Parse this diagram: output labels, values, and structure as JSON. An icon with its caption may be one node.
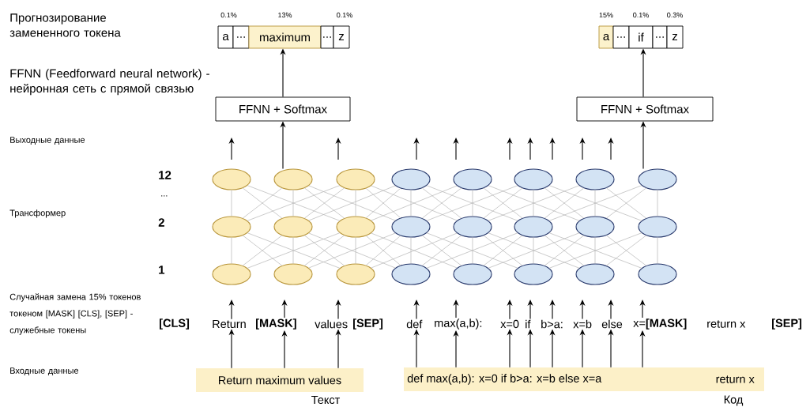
{
  "diagram": {
    "nodes": [
      {
        "text": [
          "a"
        ],
        "beside": [
          "0.1%"
        ]
      },
      {
        "text": [
          "..."
        ]
      },
      {
        "text": [
          "maximum"
        ],
        "beside": [
          "13%"
        ]
      },
      {
        "text": [
          "..."
        ]
      },
      {
        "text": [
          "z"
        ],
        "beside": [
          "0.1%"
        ]
      },
      {
        "text": [
          "a"
        ],
        "beside": [
          "15%"
        ]
      },
      {
        "text": [
          "..."
        ]
      },
      {
        "text": [
          "if"
        ],
        "beside": [
          "0.1%"
        ]
      },
      {
        "text": [
          "..."
        ]
      },
      {
        "text": [
          "z"
        ],
        "beside": [
          "0.3%"
        ]
      },
      {
        "text": [
          "FFNN + Softmax"
        ]
      },
      {
        "text": [
          "FFNN + Softmax"
        ]
      },
      {
        "text": [],
        "shape": "ellipse"
      },
      {
        "text": [],
        "shape": "ellipse"
      },
      {
        "text": [],
        "shape": "ellipse"
      },
      {
        "text": [],
        "shape": "ellipse"
      },
      {
        "text": [],
        "shape": "ellipse"
      },
      {
        "text": [],
        "shape": "ellipse"
      },
      {
        "text": [],
        "shape": "ellipse"
      },
      {
        "text": [],
        "shape": "ellipse"
      },
      {
        "text": [],
        "shape": "ellipse"
      },
      {
        "text": [],
        "shape": "ellipse"
      },
      {
        "text": [],
        "shape": "ellipse"
      },
      {
        "text": [],
        "shape": "ellipse"
      },
      {
        "text": [],
        "shape": "ellipse"
      },
      {
        "text": [],
        "shape": "ellipse"
      },
      {
        "text": [],
        "shape": "ellipse"
      },
      {
        "text": [],
        "shape": "ellipse"
      },
      {
        "text": [],
        "shape": "ellipse"
      },
      {
        "text": [],
        "shape": "ellipse"
      },
      {
        "text": [],
        "shape": "ellipse"
      },
      {
        "text": [],
        "shape": "ellipse"
      },
      {
        "text": [],
        "shape": "ellipse"
      },
      {
        "text": [],
        "shape": "ellipse"
      },
      {
        "text": [],
        "shape": "ellipse"
      },
      {
        "text": [],
        "shape": "ellipse"
      },
      {
        "text": [
          "**[CLS]**"
        ]
      },
      {
        "text": [
          "Return"
        ]
      },
      {
        "text": [
          "**[MASK]**"
        ]
      },
      {
        "text": [
          "values"
        ]
      },
      {
        "text": [
          "**[SEP]**"
        ]
      },
      {
        "text": [
          "def"
        ]
      },
      {
        "text": [
          "max(a,b):"
        ]
      },
      {
        "text": [
          "x=0"
        ]
      },
      {
        "text": [
          "if"
        ]
      },
      {
        "text": [
          "b>a:"
        ]
      },
      {
        "text": [
          "x=b"
        ]
      },
      {
        "text": [
          "else"
        ]
      },
      {
        "text": [
          "x=**[MASK]**"
        ]
      },
      {
        "text": [
          "return x"
        ]
      },
      {
        "text": [
          "**[SEP]**"
        ]
      },
      {
        "text": [
          "Return maximum values"
        ],
        "beside": [
          "Текст"
        ]
      },
      {
        "text": [
          "def max(a,b): x=0 if b>a: x=b else x=a",
          "return x"
        ],
        "beside": [
          "Код"
        ]
      }
    ],
    "edges": [
      {
        "from": 10,
        "to": 2,
        "arrow": "to",
        "color": "#000000"
      },
      {
        "from": 11,
        "to": 7,
        "arrow": "to",
        "color": "#000000"
      },
      {
        "from": 13,
        "to": 10,
        "arrow": "to",
        "color": "#000000"
      },
      {
        "from": 19,
        "to": 11,
        "arrow": "to",
        "color": "#000000"
      },
      {
        "from": 37,
        "to": null,
        "arrow": "to",
        "color": "#000000"
      },
      {
        "from": 38,
        "to": null,
        "arrow": "to",
        "color": "#000000"
      },
      {
        "from": 39,
        "to": null,
        "arrow": "to",
        "color": "#000000"
      },
      {
        "from": 41,
        "to": null,
        "arrow": "to",
        "color": "#000000"
      },
      {
        "from": 42,
        "to": null,
        "arrow": "to",
        "color": "#000000"
      },
      {
        "from": 43,
        "to": null,
        "arrow": "to",
        "color": "#000000"
      },
      {
        "from": 44,
        "to": null,
        "arrow": "to",
        "color": "#000000"
      },
      {
        "from": 45,
        "to": null,
        "arrow": "to",
        "color": "#000000"
      },
      {
        "from": 46,
        "to": null,
        "arrow": "to",
        "color": "#000000"
      },
      {
        "from": 47,
        "to": null,
        "arrow": "to",
        "color": "#000000"
      },
      {
        "from": 48,
        "to": null,
        "arrow": "to",
        "color": "#000000"
      },
      {
        "from": 51,
        "to": 37,
        "arrow": "to",
        "color": "#000000"
      },
      {
        "from": 51,
        "to": 38,
        "arrow": "to",
        "color": "#000000"
      },
      {
        "from": 51,
        "to": 39,
        "arrow": "to",
        "color": "#000000"
      },
      {
        "from": 52,
        "to": 41,
        "arrow": "to",
        "color": "#000000"
      },
      {
        "from": 52,
        "to": 42,
        "arrow": "to",
        "color": "#000000"
      },
      {
        "from": 52,
        "to": 43,
        "arrow": "to",
        "color": "#000000"
      },
      {
        "from": 52,
        "to": 44,
        "arrow": "to",
        "color": "#000000"
      },
      {
        "from": 52,
        "to": 45,
        "arrow": "to",
        "color": "#000000"
      },
      {
        "from": 52,
        "to": 46,
        "arrow": "to",
        "color": "#000000"
      },
      {
        "from": 52,
        "to": 47,
        "arrow": "to",
        "color": "#000000"
      },
      {
        "from": 52,
        "to": 48,
        "arrow": "to",
        "color": "#000000"
      },
      {
        "from": 28,
        "to": 20,
        "arrow": "none"
      },
      {
        "from": 28,
        "to": 21,
        "arrow": "none"
      },
      {
        "from": 28,
        "to": 22,
        "arrow": "none"
      },
      {
        "from": 29,
        "to": 20,
        "arrow": "none"
      },
      {
        "from": 29,
        "to": 21,
        "arrow": "none"
      },
      {
        "from": 29,
        "to": 22,
        "arrow": "none"
      },
      {
        "from": 29,
        "to": 23,
        "arrow": "none"
      },
      {
        "from": 30,
        "to": 20,
        "arrow": "none"
      },
      {
        "from": 30,
        "to": 21,
        "arrow": "none"
      },
      {
        "from": 30,
        "to": 22,
        "arrow": "none"
      },
      {
        "from": 30,
        "to": 23,
        "arrow": "none"
      },
      {
        "from": 30,
        "to": 24,
        "arrow": "none"
      },
      {
        "from": 31,
        "to": 21,
        "arrow": "none"
      },
      {
        "from": 31,
        "to": 22,
        "arrow": "none"
      },
      {
        "from": 31,
        "to": 23,
        "arrow": "none"
      },
      {
        "from": 31,
        "to": 24,
        "arrow": "none"
      },
      {
        "from": 31,
        "to": 25,
        "arrow": "none"
      },
      {
        "from": 32,
        "to": 22,
        "arrow": "none"
      },
      {
        "from": 32,
        "to": 23,
        "arrow": "none"
      },
      {
        "from": 32,
        "to": 24,
        "arrow": "none"
      },
      {
        "from": 32,
        "to": 25,
        "arrow": "none"
      },
      {
        "from": 32,
        "to": 26,
        "arrow": "none"
      },
      {
        "from": 33,
        "to": 23,
        "arrow": "none"
      },
      {
        "from": 33,
        "to": 24,
        "arrow": "none"
      },
      {
        "from": 33,
        "to": 25,
        "arrow": "none"
      },
      {
        "from": 33,
        "to": 26,
        "arrow": "none"
      },
      {
        "from": 33,
        "to": 27,
        "arrow": "none"
      },
      {
        "from": 34,
        "to": 24,
        "arrow": "none"
      },
      {
        "from": 34,
        "to": 25,
        "arrow": "none"
      },
      {
        "from": 34,
        "to": 26,
        "arrow": "none"
      },
      {
        "from": 34,
        "to": 27,
        "arrow": "none"
      },
      {
        "from": 35,
        "to": 25,
        "arrow": "none"
      },
      {
        "from": 35,
        "to": 26,
        "arrow": "none"
      },
      {
        "from": 35,
        "to": 27,
        "arrow": "none"
      },
      {
        "from": 20,
        "to": 12,
        "arrow": "none"
      },
      {
        "from": 20,
        "to": 13,
        "arrow": "none"
      },
      {
        "from": 20,
        "to": 14,
        "arrow": "none"
      },
      {
        "from": 21,
        "to": 12,
        "arrow": "none"
      },
      {
        "from": 21,
        "to": 13,
        "arrow": "none"
      },
      {
        "from": 21,
        "to": 14,
        "arrow": "none"
      },
      {
        "from": 21,
        "to": 15,
        "arrow": "none"
      },
      {
        "from": 22,
        "to": 12,
        "arrow": "none"
      },
      {
        "from": 22,
        "to": 13,
        "arrow": "none"
      },
      {
        "from": 22,
        "to": 14,
        "arrow": "none"
      },
      {
        "from": 22,
        "to": 15,
        "arrow": "none"
      },
      {
        "from": 22,
        "to": 16,
        "arrow": "none"
      },
      {
        "from": 23,
        "to": 13,
        "arrow": "none"
      },
      {
        "from": 23,
        "to": 14,
        "arrow": "none"
      },
      {
        "from": 23,
        "to": 15,
        "arrow": "none"
      },
      {
        "from": 23,
        "to": 16,
        "arrow": "none"
      },
      {
        "from": 23,
        "to": 17,
        "arrow": "none"
      },
      {
        "from": 24,
        "to": 14,
        "arrow": "none"
      },
      {
        "from": 24,
        "to": 15,
        "arrow": "none"
      },
      {
        "from": 24,
        "to": 16,
        "arrow": "none"
      },
      {
        "from": 24,
        "to": 17,
        "arrow": "none"
      },
      {
        "from": 24,
        "to": 18,
        "arrow": "none"
      },
      {
        "from": 25,
        "to": 15,
        "arrow": "none"
      },
      {
        "from": 25,
        "to": 16,
        "arrow": "none"
      },
      {
        "from": 25,
        "to": 17,
        "arrow": "none"
      },
      {
        "from": 25,
        "to": 18,
        "arrow": "none"
      },
      {
        "from": 25,
        "to": 19,
        "arrow": "none"
      },
      {
        "from": 26,
        "to": 16,
        "arrow": "none"
      },
      {
        "from": 26,
        "to": 17,
        "arrow": "none"
      },
      {
        "from": 26,
        "to": 18,
        "arrow": "none"
      },
      {
        "from": 26,
        "to": 19,
        "arrow": "none"
      },
      {
        "from": 27,
        "to": 17,
        "arrow": "none"
      },
      {
        "from": 27,
        "to": 18,
        "arrow": "none"
      },
      {
        "from": 27,
        "to": 19,
        "arrow": "none"
      }
    ],
    "labels": [
      "Прогнозирование замененного токена",
      "FFNN (Feedforward neural network) - нейронная сеть с прямой связью",
      "Выходные данные",
      "12",
      "...",
      "Трансформер",
      "2",
      "1",
      "Случайная замена 15% токенов токеном [MASK] [CLS], [SEP] - служебные токены",
      "Входные данные"
    ]
  }
}
